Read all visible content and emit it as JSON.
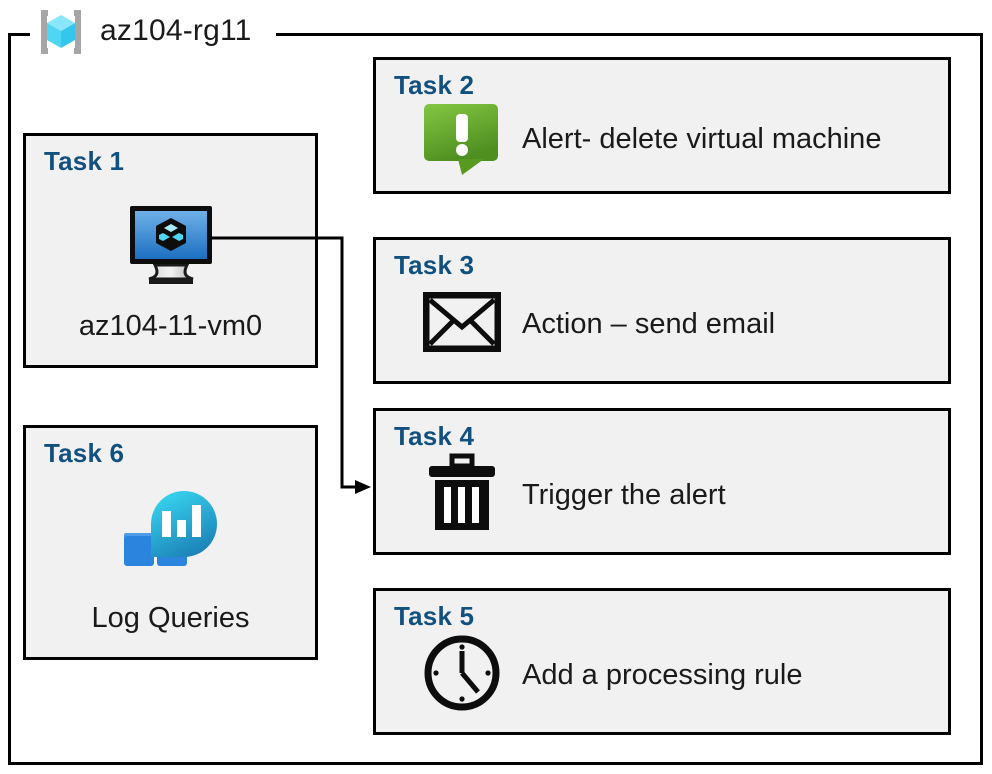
{
  "diagram": {
    "resource_group": {
      "name": "az104-rg11",
      "icon": "resource-group-cube-icon"
    },
    "colors": {
      "task_title": "#12507f",
      "box_fill": "#f1f1f1",
      "box_border": "#000000",
      "alert_green_light": "#7dc242",
      "alert_green_dark": "#529127",
      "vm_screen_light": "#5fa3e0",
      "vm_screen_dark": "#1d6fc0",
      "log_square_light": "#4e9cea",
      "log_square_dark": "#2b84dd",
      "log_drop_light": "#32cdea",
      "log_drop_dark": "#1d7fb8",
      "rg_cube_light": "#8ae6f9",
      "rg_cube_dark": "#35c6ec",
      "rg_bracket": "#a6a6a6"
    },
    "tasks": [
      {
        "id": "task1",
        "title": "Task 1",
        "caption": "az104-11-vm0",
        "icon": "virtual-machine-icon",
        "layout": "stacked"
      },
      {
        "id": "task2",
        "title": "Task 2",
        "caption": "Alert- delete virtual machine",
        "icon": "alert-exclamation-icon",
        "layout": "row"
      },
      {
        "id": "task3",
        "title": "Task 3",
        "caption": "Action – send email",
        "icon": "envelope-icon",
        "layout": "row"
      },
      {
        "id": "task4",
        "title": "Task 4",
        "caption": "Trigger the alert",
        "icon": "trash-can-icon",
        "layout": "row"
      },
      {
        "id": "task5",
        "title": "Task 5",
        "caption": "Add a processing rule",
        "icon": "clock-icon",
        "layout": "row"
      },
      {
        "id": "task6",
        "title": "Task 6",
        "caption": "Log Queries",
        "icon": "log-analytics-icon",
        "layout": "stacked"
      }
    ],
    "connector": {
      "from": "task1-virtual-machine-icon",
      "to": "task4-box",
      "style": "elbow-arrow"
    }
  }
}
